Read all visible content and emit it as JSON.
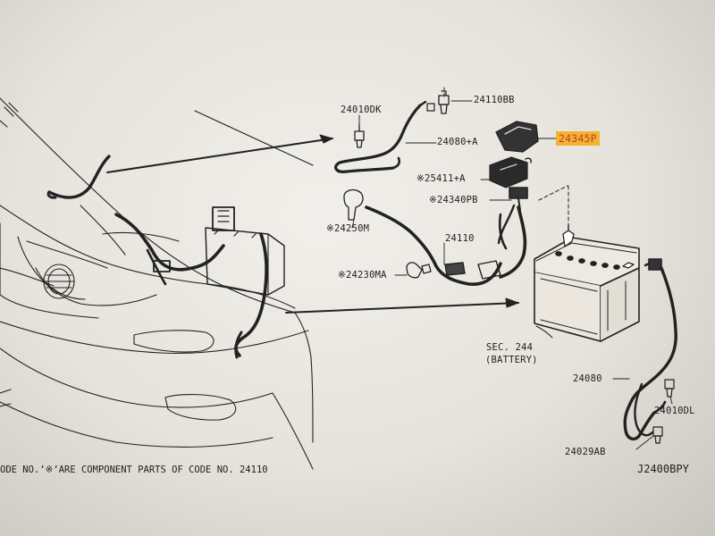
{
  "labels": {
    "p24010DK": "24010DK",
    "p24110BB": "24110BB",
    "p24080A": "24080+A",
    "p24345P": "24345P",
    "p25411A": "※25411+A",
    "p24340PB": "※24340PB",
    "p24250M": "※24250M",
    "p24110": "24110",
    "p24230MA": "※24230MA",
    "sec244": "SEC. 244",
    "battery": "(BATTERY)",
    "p24080": "24080",
    "p24010DL": "24010DL",
    "p24029AB": "24029AB"
  },
  "footer": {
    "note": "ODE NO.’※’ARE COMPONENT PARTS OF CODE NO. 24110",
    "diagram_code": "J2400BPY"
  },
  "colors": {
    "highlight_bg": "#f2b430",
    "highlight_text": "#c23a2a",
    "ink": "#1e1e1e"
  }
}
